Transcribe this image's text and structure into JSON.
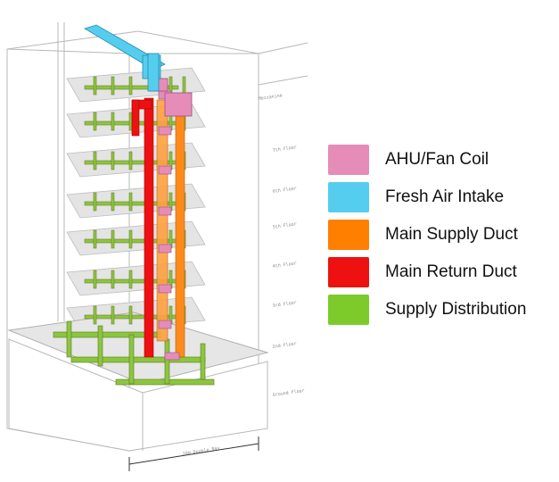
{
  "floor_labels": [
    "Mezzanine",
    "7th Floor",
    "6th Floor",
    "5th Floor",
    "4th Floor",
    "3rd Floor",
    "2nd Floor",
    "Ground Floor"
  ],
  "dimension_label": "20m Double Bay",
  "legend": [
    {
      "label": "AHU/Fan Coil",
      "color": "#e68cb8"
    },
    {
      "label": "Fresh Air Intake",
      "color": "#55cdee"
    },
    {
      "label": "Main Supply Duct",
      "color": "#ff8000"
    },
    {
      "label": "Main Return Duct",
      "color": "#ee1111"
    },
    {
      "label": "Supply Distribution",
      "color": "#7ccb2b"
    }
  ]
}
